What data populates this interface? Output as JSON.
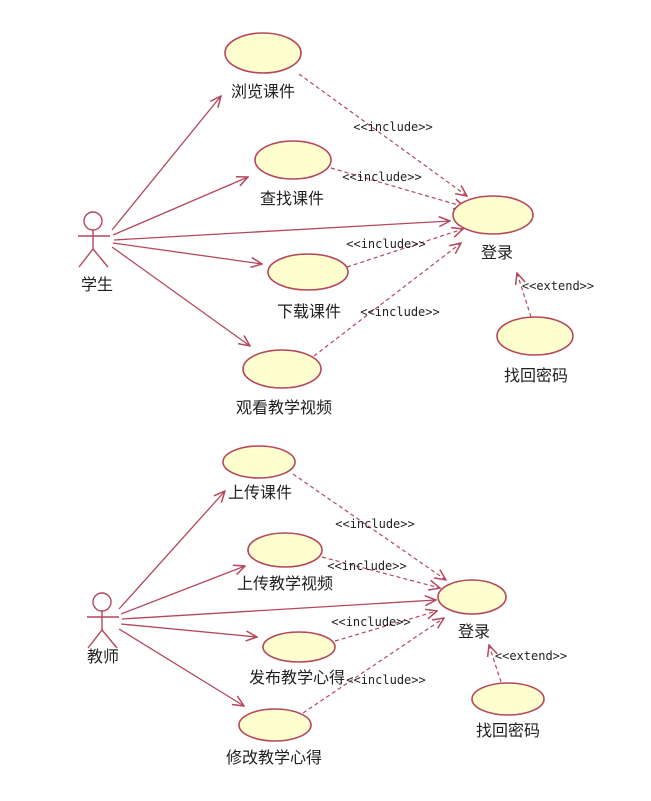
{
  "colors": {
    "node_fill": "#fffecf",
    "node_stroke": "#b5475c",
    "line": "#b5475c",
    "text": "#1f1f1f",
    "background": "#ffffff"
  },
  "student": {
    "actor": "学生",
    "use_cases": {
      "browse": "浏览课件",
      "search": "查找课件",
      "download": "下载课件",
      "watch": "观看教学视频",
      "login": "登录",
      "recover": "找回密码"
    },
    "relations": {
      "include_browse": "<<include>>",
      "include_search": "<<include>>",
      "include_download": "<<include>>",
      "include_watch": "<<include>>",
      "extend_recover": "<<extend>>"
    }
  },
  "teacher": {
    "actor": "教师",
    "use_cases": {
      "upload_courseware": "上传课件",
      "upload_video": "上传教学视频",
      "publish_notes": "发布教学心得",
      "modify_notes": "修改教学心得",
      "login": "登录",
      "recover": "找回密码"
    },
    "relations": {
      "include_upload_courseware": "<<include>>",
      "include_upload_video": "<<include>>",
      "include_publish": "<<include>>",
      "include_modify": "<<include>>",
      "extend_recover": "<<extend>>"
    }
  }
}
